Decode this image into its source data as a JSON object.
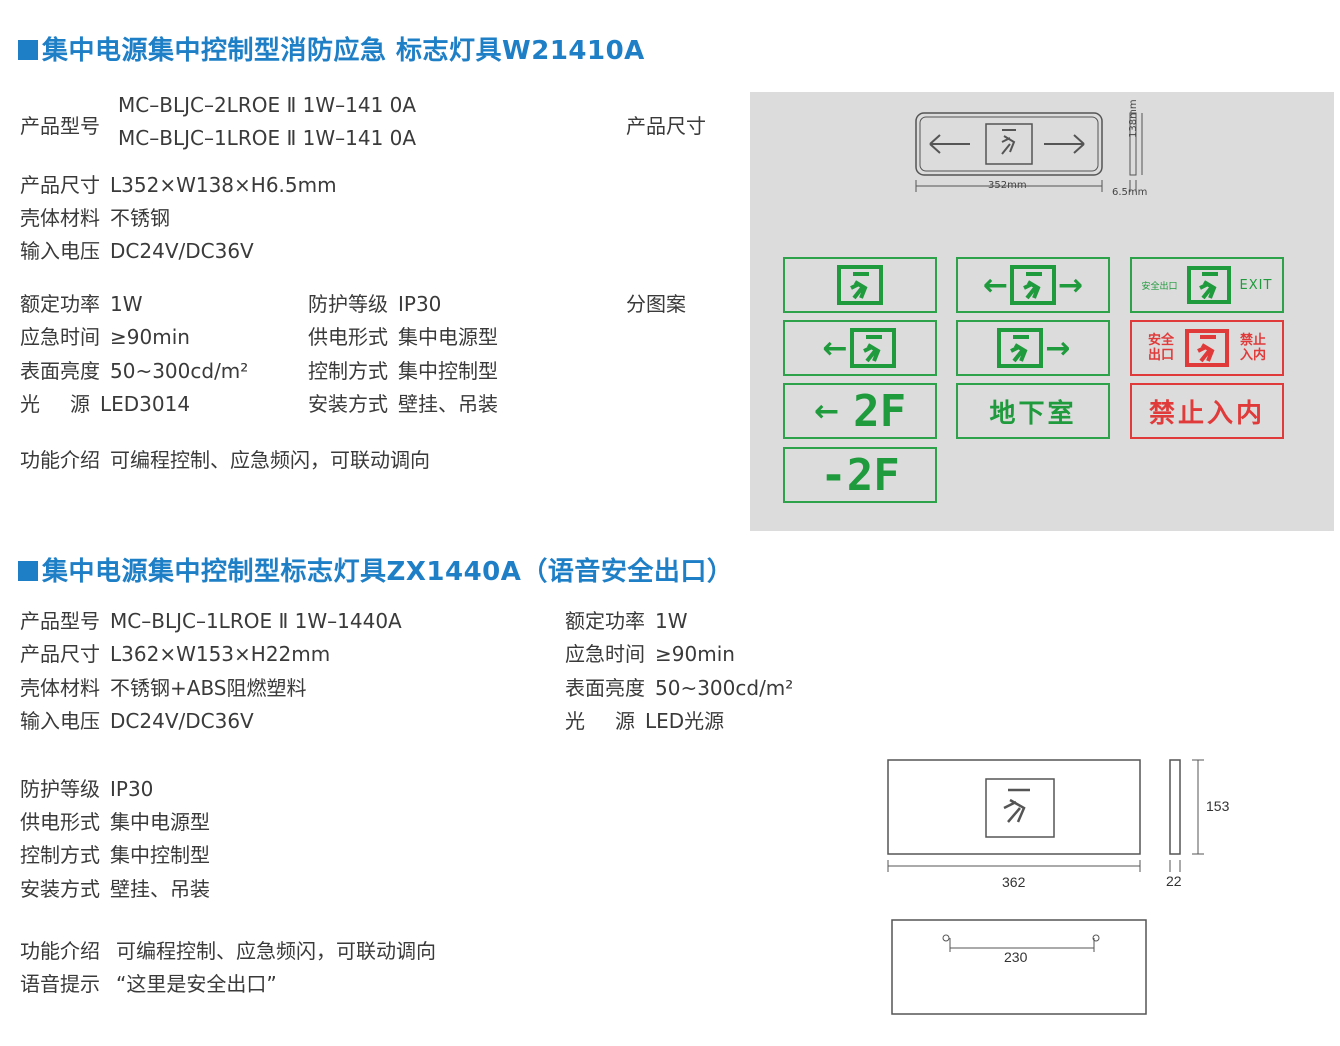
{
  "section1": {
    "heading": "集中电源集中控制型消防应急  标志灯具W21410A",
    "specs": [
      {
        "label": "产品型号",
        "value": "MC–BLJC–2LROE Ⅱ 1W–141 0A"
      },
      {
        "value": "MC–BLJC–1LROE Ⅱ 1W–141 0A"
      },
      {
        "label": "产品尺寸",
        "value": "L352×W138×H6.5mm"
      },
      {
        "label": "壳体材料",
        "value": "不锈钢"
      },
      {
        "label": "输入电压",
        "value": "DC24V/DC36V"
      }
    ],
    "specs_left": [
      {
        "label": "额定功率",
        "value": "1W"
      },
      {
        "label": "应急时间",
        "value": "≥90min"
      },
      {
        "label": "表面亮度",
        "value": "50~300cd/m²"
      },
      {
        "label_a": "光",
        "label_b": "源",
        "value": "LED3014"
      }
    ],
    "specs_right": [
      {
        "label": "防护等级",
        "value": "IP30"
      },
      {
        "label": "供电形式",
        "value": "集中电源型"
      },
      {
        "label": "控制方式",
        "value": "集中控制型"
      },
      {
        "label": "安装方式",
        "value": "壁挂、吊装"
      }
    ],
    "function": {
      "label": "功能介绍",
      "value": "可编程控制、应急频闪，可联动调向"
    },
    "size_caption": "产品尺寸",
    "pattern_caption": "分图案",
    "diagram": {
      "width_label": "352mm",
      "height_label": "138mm",
      "depth_label": "6.5mm"
    },
    "signs": {
      "anquan_small": "安全出口",
      "exit": "EXIT",
      "anquan_red": "安全\n出口",
      "jinzhi_red": "禁止\n入内",
      "f2": "2F",
      "minus_f2": "-2F",
      "basement": "地下室",
      "no_entry": "禁止入内",
      "left_arrow": "←",
      "right_arrow": "→"
    },
    "colors": {
      "green": "#2ea24a",
      "red": "#e03a3a",
      "panel": "#dcdcdc",
      "heading": "#1e7fc7"
    }
  },
  "section2": {
    "heading": "集中电源集中控制型标志灯具ZX1440A（语音安全出口）",
    "specs_left": [
      {
        "label": "产品型号",
        "value": "MC–BLJC–1LROE Ⅱ  1W–1440A"
      },
      {
        "label": "产品尺寸",
        "value": "L362×W153×H22mm"
      },
      {
        "label": "壳体材料",
        "value": "不锈钢+ABS阻燃塑料"
      },
      {
        "label": "输入电压",
        "value": "DC24V/DC36V"
      }
    ],
    "specs_right": [
      {
        "label": "额定功率",
        "value": "1W"
      },
      {
        "label": "应急时间",
        "value": "≥90min"
      },
      {
        "label": "表面亮度",
        "value": "50~300cd/m²"
      },
      {
        "label_a": "光",
        "label_b": "源",
        "value": "LED光源"
      }
    ],
    "specs_lower": [
      {
        "label": "防护等级",
        "value": "IP30"
      },
      {
        "label": "供电形式",
        "value": "集中电源型"
      },
      {
        "label": "控制方式",
        "value": "集中控制型"
      },
      {
        "label": "安装方式",
        "value": "壁挂、吊装"
      }
    ],
    "function": {
      "label": "功能介绍",
      "value": "可编程控制、应急频闪，可联动调向"
    },
    "voice": {
      "label": "语音提示",
      "value": "“这里是安全出口”"
    },
    "diagram": {
      "width_label": "362",
      "height_label": "153",
      "depth_label": "22",
      "mount_label": "230"
    }
  }
}
